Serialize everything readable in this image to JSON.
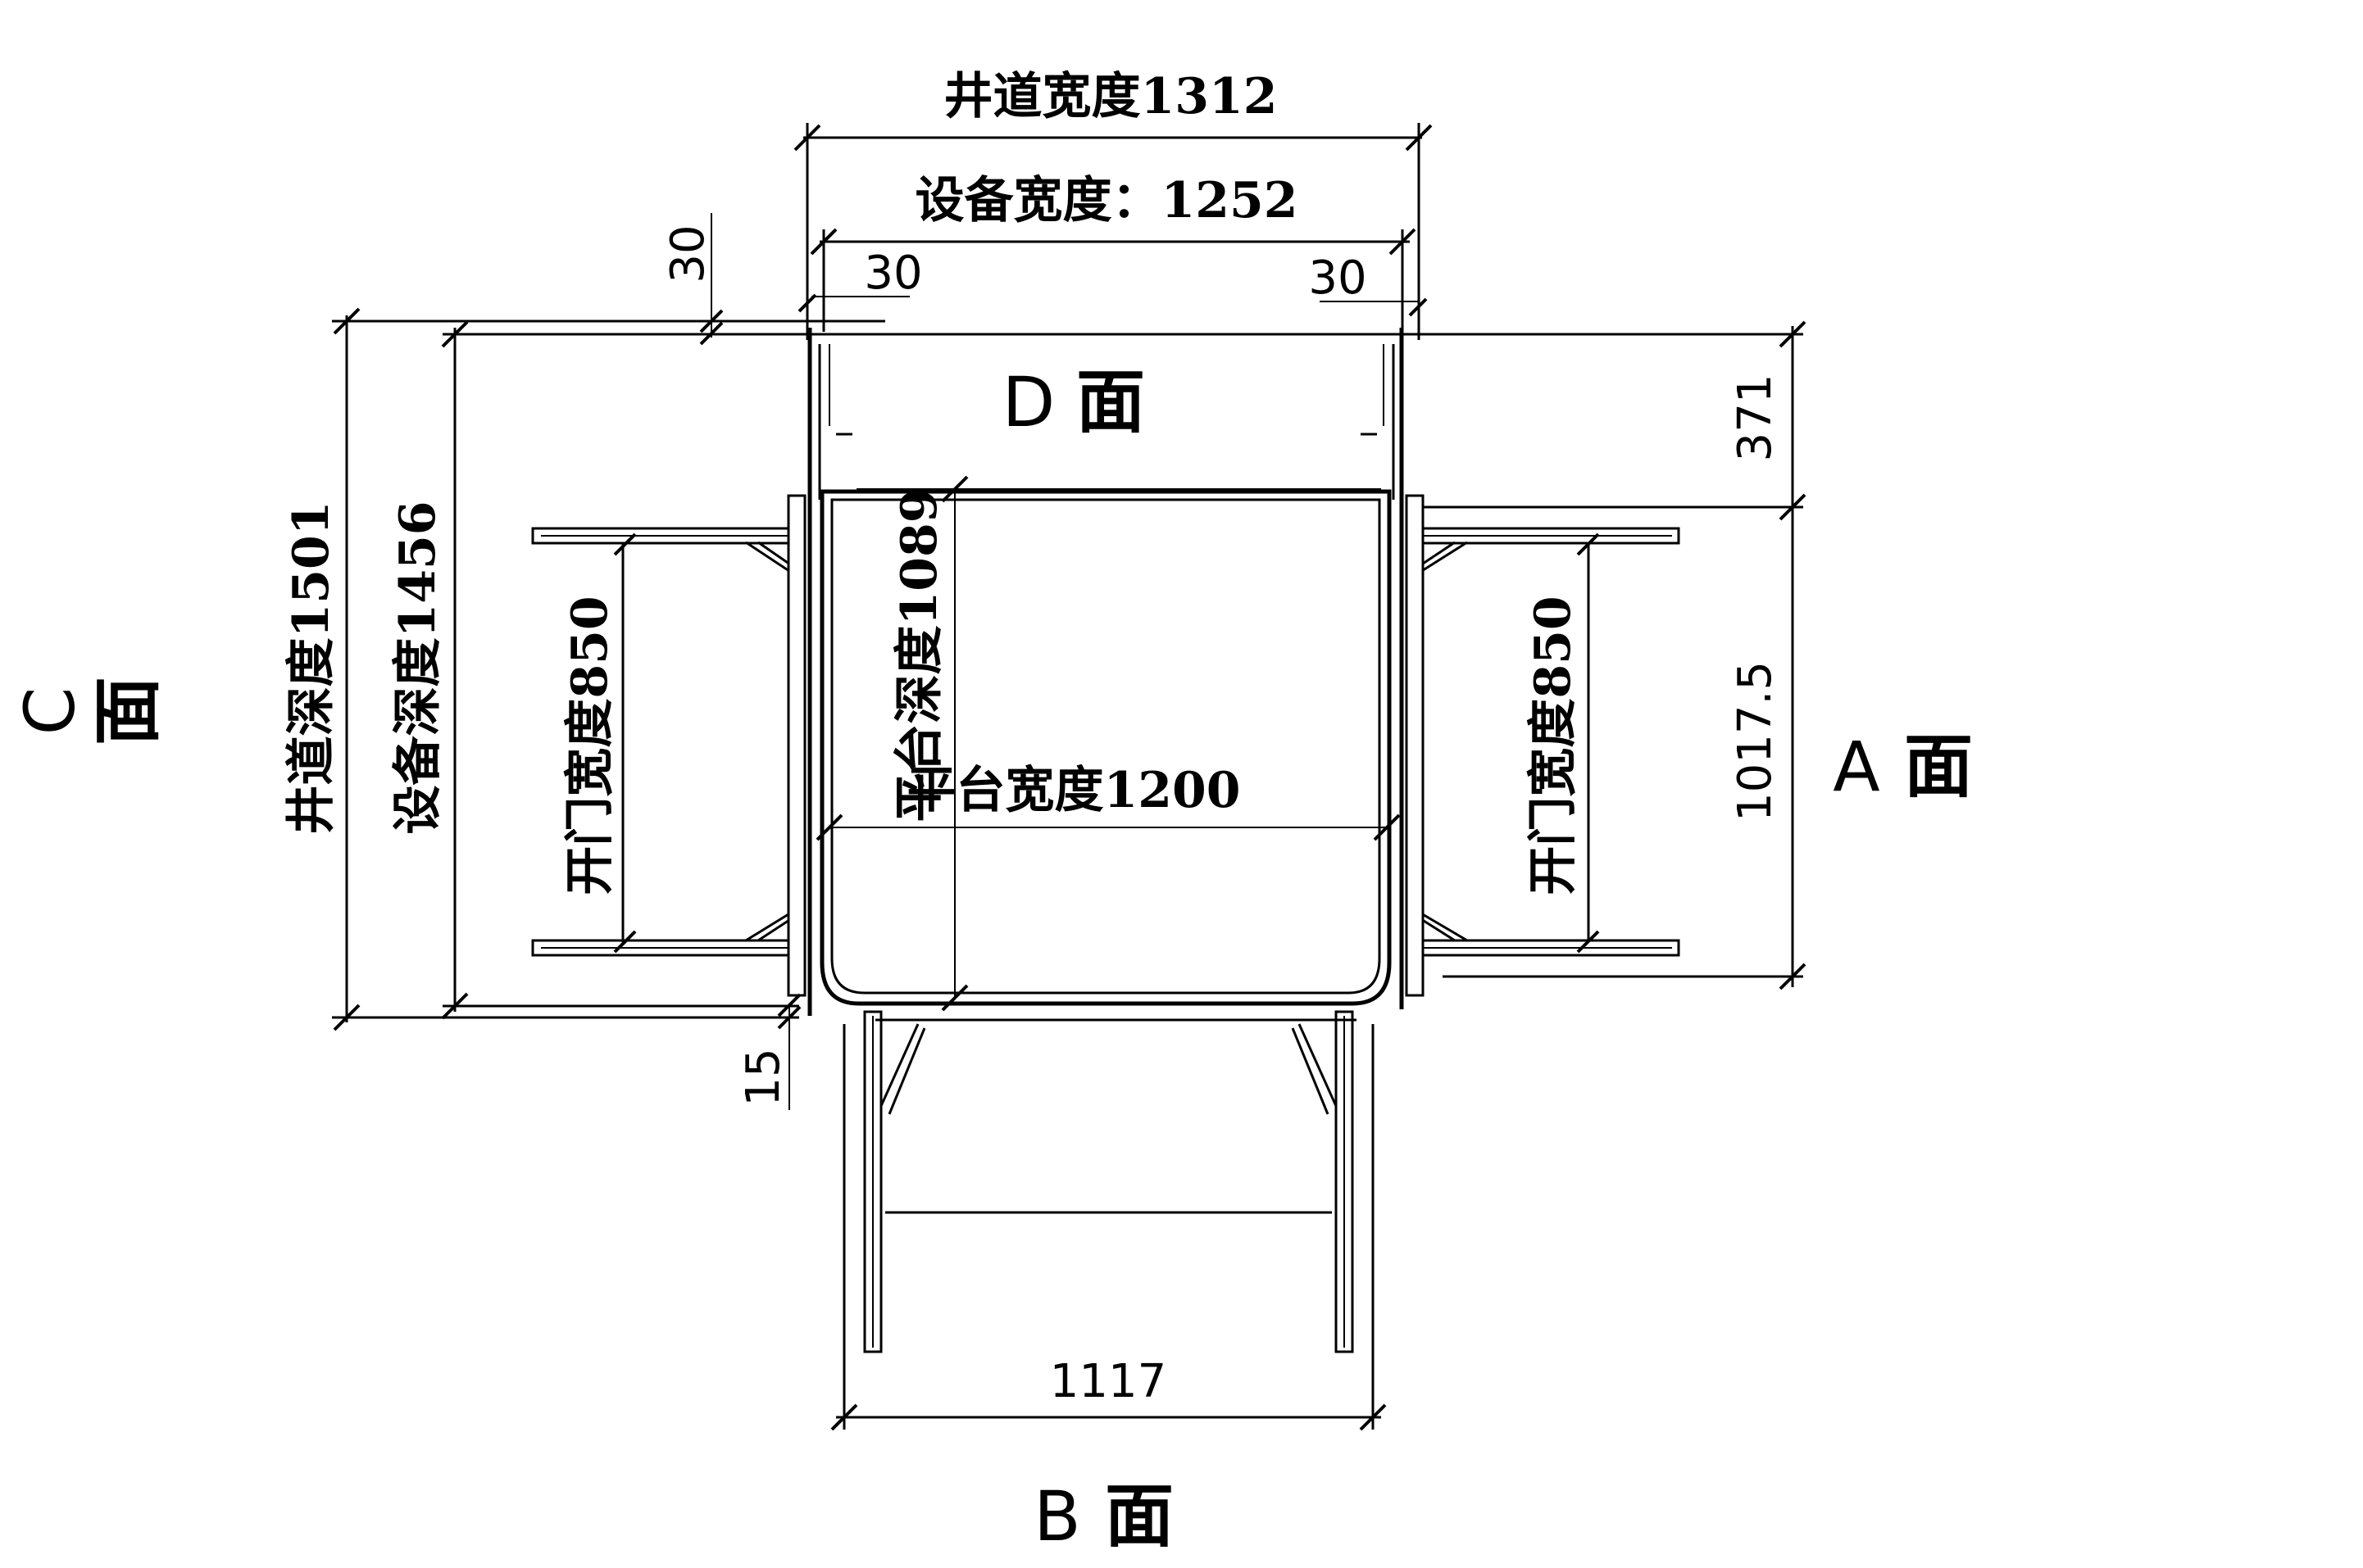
{
  "labels": {
    "shaft_width": "井道宽度1312",
    "equipment_width": "设备宽度：1252",
    "shaft_depth": "井道深度1501",
    "equipment_depth": "设备深度1456",
    "door_width_left": "开门宽度850",
    "door_width_right": "开门宽度850",
    "platform_depth": "平台深度1089",
    "platform_width": "平台宽度1200",
    "dim_30_top_left": "30",
    "dim_30_vertical": "30",
    "dim_30_top_right": "30",
    "dim_371": "371",
    "dim_1017_5": "1017.5",
    "dim_15": "15",
    "dim_1117": "1117"
  },
  "faces": {
    "a": {
      "letter": "A",
      "char": "面"
    },
    "b": {
      "letter": "B",
      "char": "面"
    },
    "c": {
      "letter": "C",
      "char": "面"
    },
    "d": {
      "letter": "D",
      "char": "面"
    }
  }
}
